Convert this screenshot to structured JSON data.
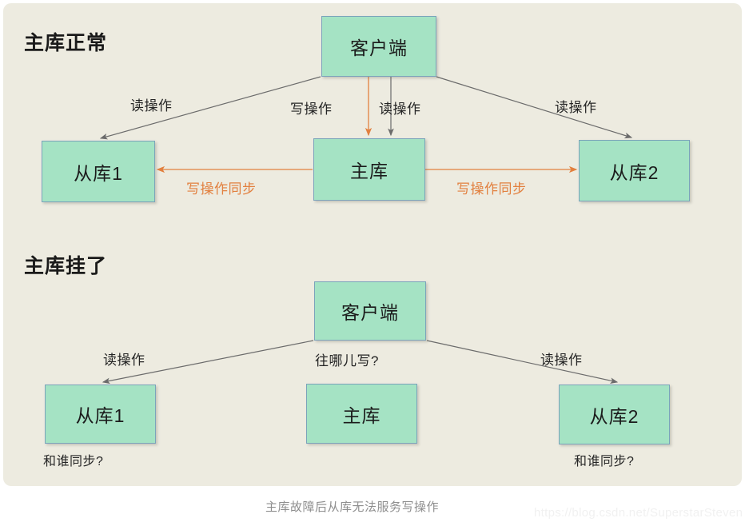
{
  "figure": {
    "background_color": "#edebe0",
    "node_fill": "#a5e3c4",
    "node_border": "#7ba3bb",
    "sync_color": "#e2803f",
    "arrow_color": "#6b6b6b",
    "caption": "主库故障后从库无法服务写操作",
    "watermark": "https://blog.csdn.net/SuperstarSteven"
  },
  "sections": [
    {
      "id": "master-normal",
      "title": "主库正常",
      "nodes": [
        {
          "id": "client-top",
          "label": "客户端"
        },
        {
          "id": "slave1-top",
          "label": "从库1"
        },
        {
          "id": "master-top",
          "label": "主库"
        },
        {
          "id": "slave2-top",
          "label": "从库2"
        }
      ],
      "edges": [
        {
          "id": "client-to-slave1",
          "label": "读操作",
          "kind": "read"
        },
        {
          "id": "client-to-master-write",
          "label": "写操作",
          "kind": "write"
        },
        {
          "id": "client-to-master-read",
          "label": "读操作",
          "kind": "read"
        },
        {
          "id": "client-to-slave2",
          "label": "读操作",
          "kind": "read"
        },
        {
          "id": "master-to-slave1-sync",
          "label": "写操作同步",
          "kind": "sync"
        },
        {
          "id": "master-to-slave2-sync",
          "label": "写操作同步",
          "kind": "sync"
        }
      ]
    },
    {
      "id": "master-down",
      "title": "主库挂了",
      "nodes": [
        {
          "id": "client-bottom",
          "label": "客户端"
        },
        {
          "id": "slave1-bottom",
          "label": "从库1"
        },
        {
          "id": "master-bottom",
          "label": "主库"
        },
        {
          "id": "slave2-bottom",
          "label": "从库2"
        }
      ],
      "edges": [
        {
          "id": "client-to-slave1-down",
          "label": "读操作",
          "kind": "read"
        },
        {
          "id": "client-write-question",
          "label": "往哪儿写?",
          "kind": "question"
        },
        {
          "id": "client-to-slave2-down",
          "label": "读操作",
          "kind": "read"
        }
      ],
      "notes": [
        {
          "id": "slave1-sync-question",
          "label": "和谁同步?"
        },
        {
          "id": "slave2-sync-question",
          "label": "和谁同步?"
        }
      ]
    }
  ]
}
